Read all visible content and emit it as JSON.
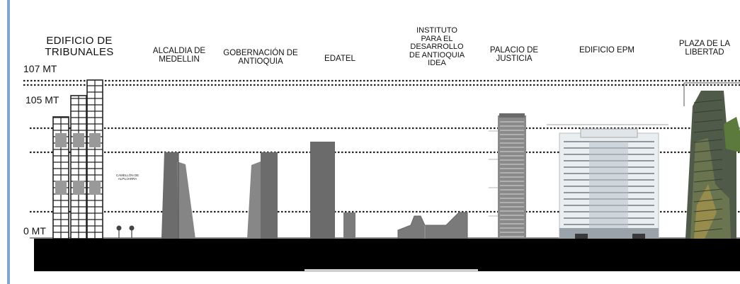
{
  "colors": {
    "frame": "#7fa7d6",
    "ground": "#000000",
    "building_gray": "#6f6f6f"
  },
  "height_labels": {
    "top": "107  MT",
    "second": "105 MT",
    "zero": "0 MT"
  },
  "buildings": {
    "tribunales": [
      "EDIFICIO DE",
      "TRIBUNALES"
    ],
    "alcaldia": [
      "ALCALDIA DE",
      "MEDELLIN"
    ],
    "gobernacion": [
      "GOBERNACIÓN DE",
      "ANTIOQUIA"
    ],
    "edatel": [
      "EDATEL"
    ],
    "instituto": [
      "INSTITUTO",
      "PARA EL",
      "DESARROLLO",
      "DE ANTIOQUIA",
      "IDEA"
    ],
    "palacio": [
      "PALACIO DE",
      "JUSTICIA"
    ],
    "epm": [
      "EDIFICIO EPM"
    ],
    "plaza": [
      "PLAZA DE LA",
      "LIBERTAD"
    ]
  },
  "camellon": [
    "CAMELLÓN  DE",
    "ALPUJARRA"
  ]
}
